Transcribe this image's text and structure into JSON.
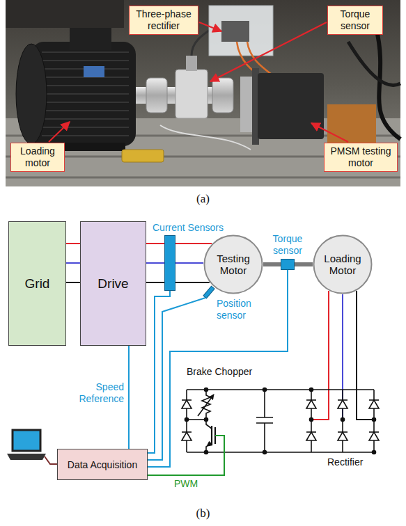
{
  "diagram": {
    "nodes": [
      {
        "text": [
          "Three-phase rectifier"
        ]
      },
      {
        "text": [
          "Torque sensor"
        ]
      },
      {
        "text": [
          "Loading motor"
        ]
      },
      {
        "text": [
          "PMSM testing motor"
        ]
      },
      {
        "text": [
          "Grid"
        ]
      },
      {
        "text": [
          "Drive"
        ]
      },
      {
        "text": [
          "Current Sensors"
        ]
      },
      {
        "text": [
          "Testing Motor"
        ]
      },
      {
        "text": [
          "Torque sensor"
        ]
      },
      {
        "text": [
          "Loading Motor"
        ]
      },
      {
        "text": [
          "Position sensor"
        ]
      },
      {
        "text": [
          "Data Acquisition"
        ]
      }
    ],
    "edges": [
      {
        "from": 4,
        "to": 5,
        "arrow": "none"
      },
      {
        "from": 5,
        "to": 6,
        "arrow": "none"
      },
      {
        "from": 6,
        "to": 7,
        "arrow": "none"
      },
      {
        "from": 7,
        "to": 8,
        "arrow": "none"
      },
      {
        "from": 8,
        "to": 9,
        "arrow": "none"
      },
      {
        "from": 11,
        "to": 5,
        "label": "Speed Reference",
        "arrow": "none"
      },
      {
        "from": 6,
        "to": 11,
        "arrow": "none"
      },
      {
        "from": 10,
        "to": 11,
        "arrow": "none"
      },
      {
        "from": 8,
        "to": 11,
        "arrow": "none"
      }
    ],
    "labels": [
      "(a)",
      "Brake Chopper",
      "Rectifier",
      "PWM",
      "(b)"
    ]
  }
}
